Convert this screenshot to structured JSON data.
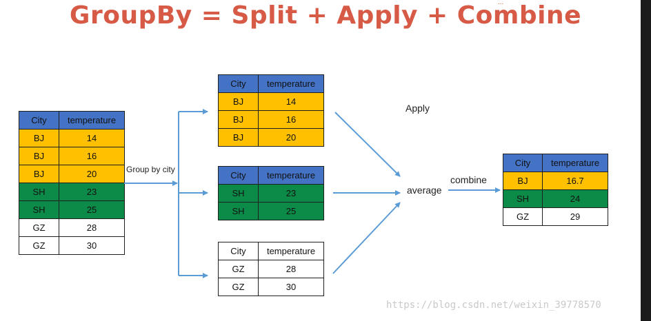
{
  "title": "GroupBy = Split +  Apply + Combine",
  "corner_text": "...",
  "labels": {
    "group_by": "Group by city",
    "apply": "Apply",
    "average": "average",
    "combine": "combine"
  },
  "watermark": "https://blog.csdn.net/weixin_39778570",
  "colors": {
    "title": "#d65a45",
    "header": "#4472c4",
    "bj": "#ffc000",
    "sh": "#0c8a47",
    "gz": "#ffffff",
    "arrow": "#5b9bd5"
  },
  "tables": {
    "source": {
      "headers": [
        "City",
        "temperature"
      ],
      "rows": [
        [
          "BJ",
          "14"
        ],
        [
          "BJ",
          "16"
        ],
        [
          "BJ",
          "20"
        ],
        [
          "SH",
          "23"
        ],
        [
          "SH",
          "25"
        ],
        [
          "GZ",
          "28"
        ],
        [
          "GZ",
          "30"
        ]
      ]
    },
    "split_bj": {
      "headers": [
        "City",
        "temperature"
      ],
      "rows": [
        [
          "BJ",
          "14"
        ],
        [
          "BJ",
          "16"
        ],
        [
          "BJ",
          "20"
        ]
      ]
    },
    "split_sh": {
      "headers": [
        "City",
        "temperature"
      ],
      "rows": [
        [
          "SH",
          "23"
        ],
        [
          "SH",
          "25"
        ]
      ]
    },
    "split_gz": {
      "headers": [
        "City",
        "temperature"
      ],
      "rows": [
        [
          "GZ",
          "28"
        ],
        [
          "GZ",
          "30"
        ]
      ]
    },
    "result": {
      "headers": [
        "City",
        "temperature"
      ],
      "rows": [
        [
          "BJ",
          "16.7"
        ],
        [
          "SH",
          "24"
        ],
        [
          "GZ",
          "29"
        ]
      ]
    }
  }
}
